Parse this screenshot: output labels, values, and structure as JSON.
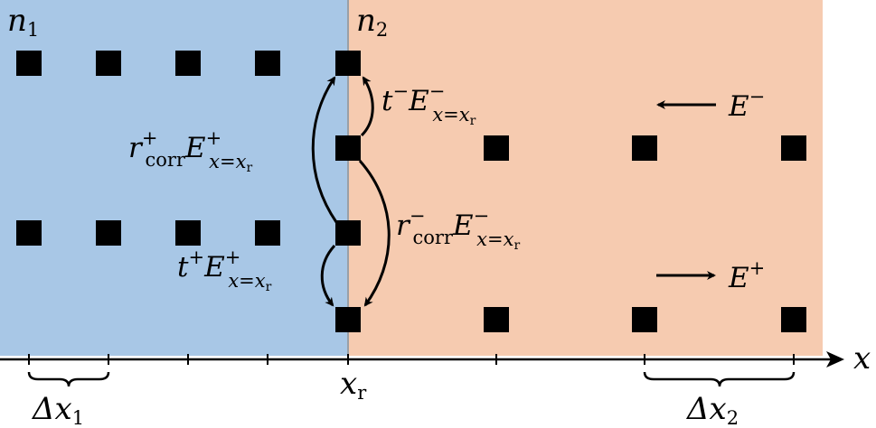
{
  "colors": {
    "region_left": "#a8c7e6",
    "region_right": "#f6cbb0",
    "interface_line": "#9aa0a6",
    "ink": "#000000"
  },
  "regions": {
    "left_index": {
      "base": "n",
      "sub": "1"
    },
    "right_index": {
      "base": "n",
      "sub": "2"
    }
  },
  "axis": {
    "label": "x",
    "interface_tick": {
      "base": "x",
      "sub": "r"
    },
    "left_spacing": {
      "base": "Δx",
      "sub": "1"
    },
    "right_spacing": {
      "base": "Δx",
      "sub": "2"
    }
  },
  "waves": {
    "backward": {
      "base": "E",
      "sup": "−"
    },
    "forward": {
      "base": "E",
      "sup": "+"
    }
  },
  "coefficients": {
    "t_minus": {
      "coef": "t",
      "coef_sup": "−",
      "field": "E",
      "field_sup": "−",
      "field_sub": "x=x",
      "field_sub_sub": "r"
    },
    "r_corr_plus": {
      "coef": "r",
      "coef_sup": "+",
      "coef_sub": "corr",
      "field": "E",
      "field_sup": "+",
      "field_sub": "x=x",
      "field_sub_sub": "r"
    },
    "r_corr_minus": {
      "coef": "r",
      "coef_sup": "−",
      "coef_sub": "corr",
      "field": "E",
      "field_sup": "−",
      "field_sub": "x=x",
      "field_sub_sub": "r"
    },
    "t_plus": {
      "coef": "t",
      "coef_sup": "+",
      "field": "E",
      "field_sup": "+",
      "field_sub": "x=x",
      "field_sub_sub": "r"
    }
  }
}
